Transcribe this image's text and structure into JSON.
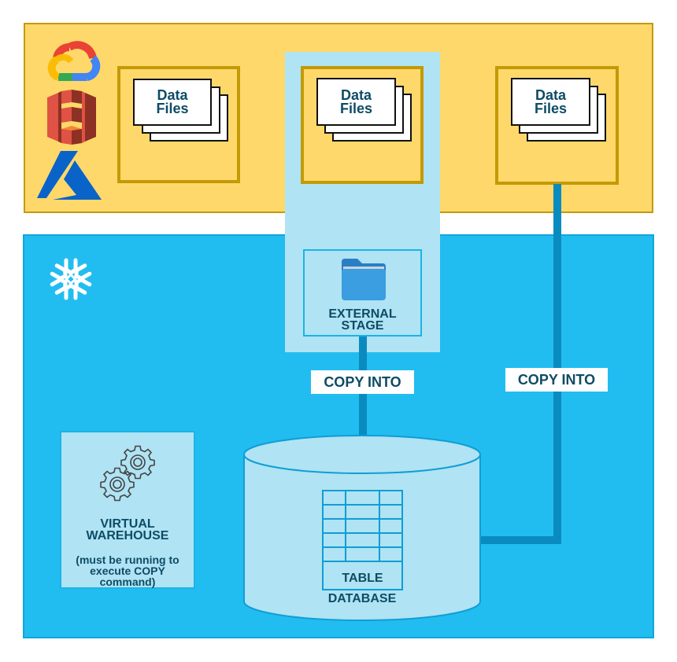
{
  "title": "Snowflake bulk loading from external stage",
  "colors": {
    "cloud_band_fill": "#fed86a",
    "cloud_band_border": "#c49a05",
    "snowflake_band_fill": "#22bdf0",
    "stage_fill": "#b0e3f3",
    "arrow": "#0a8bbf",
    "text": "#0e4c66"
  },
  "cloud_providers": [
    {
      "name": "Google Cloud",
      "icon": "google-cloud-icon"
    },
    {
      "name": "Amazon S3",
      "icon": "aws-s3-icon"
    },
    {
      "name": "Microsoft Azure",
      "icon": "azure-icon"
    }
  ],
  "buckets": [
    {
      "files_label_1": "Data",
      "files_label_2": "Files"
    },
    {
      "files_label_1": "Data",
      "files_label_2": "Files"
    },
    {
      "files_label_1": "Data",
      "files_label_2": "Files"
    }
  ],
  "snowflake": {
    "icon": "snowflake-icon"
  },
  "external_stage": {
    "line1": "EXTERNAL",
    "line2": "STAGE",
    "icon": "folder-icon"
  },
  "copy_into_labels": [
    "COPY INTO",
    "COPY INTO"
  ],
  "virtual_warehouse": {
    "line1": "VIRTUAL",
    "line2": "WAREHOUSE",
    "note1": "(must be running to",
    "note2": "execute COPY",
    "note3": "command)",
    "icon": "gears-icon"
  },
  "database": {
    "table_label": "TABLE",
    "database_label": "DATABASE",
    "table_rows": 5,
    "table_cols": 3
  }
}
